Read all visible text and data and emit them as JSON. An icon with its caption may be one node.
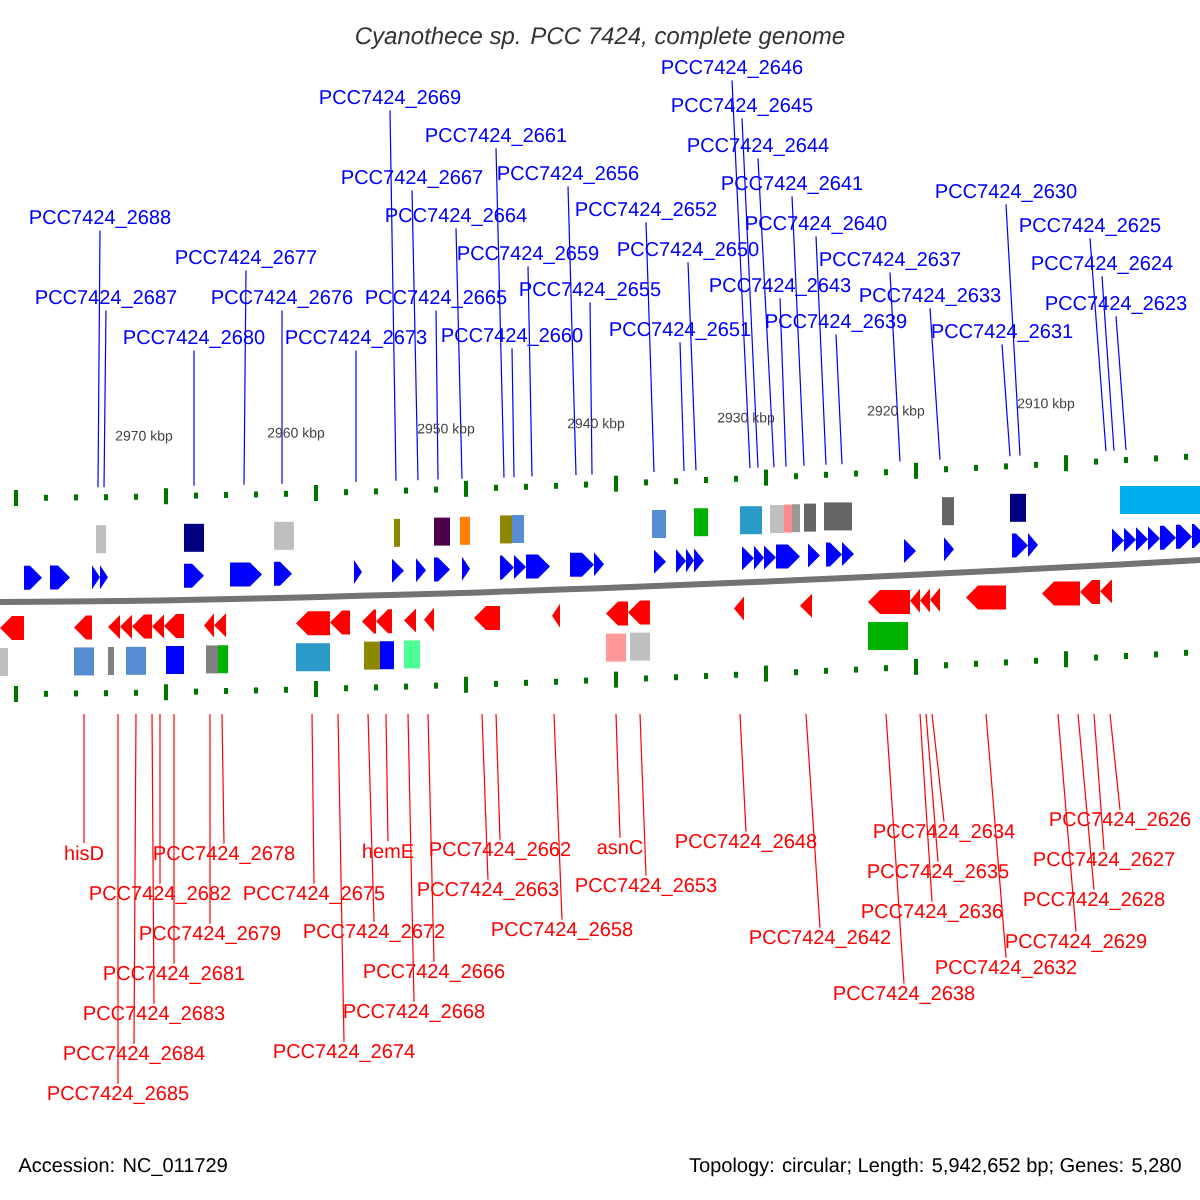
{
  "diagram": {
    "title": "Cyanothece sp. PCC 7424, complete genome",
    "nodes": [
      {
        "text": [
          "PCC7424_2646"
        ]
      },
      {
        "text": [
          "PCC7424_2669"
        ]
      },
      {
        "text": [
          "PCC7424_2645"
        ]
      },
      {
        "text": [
          "PCC7424_2661"
        ]
      },
      {
        "text": [
          "PCC7424_2644"
        ]
      },
      {
        "text": [
          "PCC7424_2656"
        ]
      },
      {
        "text": [
          "PCC7424_2667"
        ]
      },
      {
        "text": [
          "PCC7424_2641"
        ]
      },
      {
        "text": [
          "PCC7424_2630"
        ]
      },
      {
        "text": [
          "PCC7424_2652"
        ]
      },
      {
        "text": [
          "PCC7424_2664"
        ]
      },
      {
        "text": [
          "PCC7424_2688"
        ]
      },
      {
        "text": [
          "PCC7424_2640"
        ]
      },
      {
        "text": [
          "PCC7424_2625"
        ]
      },
      {
        "text": [
          "PCC7424_2650"
        ]
      },
      {
        "text": [
          "PCC7424_2659"
        ]
      },
      {
        "text": [
          "PCC7424_2677"
        ]
      },
      {
        "text": [
          "PCC7424_2637"
        ]
      },
      {
        "text": [
          "PCC7424_2624"
        ]
      },
      {
        "text": [
          "PCC7424_2643"
        ]
      },
      {
        "text": [
          "PCC7424_2655"
        ]
      },
      {
        "text": [
          "PCC7424_2633"
        ]
      },
      {
        "text": [
          "PCC7424_2687"
        ]
      },
      {
        "text": [
          "PCC7424_2676"
        ]
      },
      {
        "text": [
          "PCC7424_2665"
        ]
      },
      {
        "text": [
          "PCC7424_2623"
        ]
      },
      {
        "text": [
          "PCC7424_2639"
        ]
      },
      {
        "text": [
          "PCC7424_2680"
        ]
      },
      {
        "text": [
          "PCC7424_2673"
        ]
      },
      {
        "text": [
          "PCC7424_2660"
        ]
      },
      {
        "text": [
          "PCC7424_2651"
        ]
      },
      {
        "text": [
          "PCC7424_2631"
        ]
      },
      {
        "text": [
          "PCC7424_2626"
        ]
      },
      {
        "text": [
          "PCC7424_2634"
        ]
      },
      {
        "text": [
          "PCC7424_2648"
        ]
      },
      {
        "text": [
          "asnC"
        ]
      },
      {
        "text": [
          "PCC7424_2662"
        ]
      },
      {
        "text": [
          "hemE"
        ]
      },
      {
        "text": [
          "hisD"
        ]
      },
      {
        "text": [
          "PCC7424_2678"
        ]
      },
      {
        "text": [
          "PCC7424_2627"
        ]
      },
      {
        "text": [
          "PCC7424_2635"
        ]
      },
      {
        "text": [
          "PCC7424_2653"
        ]
      },
      {
        "text": [
          "PCC7424_2663"
        ]
      },
      {
        "text": [
          "PCC7424_2682"
        ]
      },
      {
        "text": [
          "PCC7424_2675"
        ]
      },
      {
        "text": [
          "PCC7424_2628"
        ]
      },
      {
        "text": [
          "PCC7424_2636"
        ]
      },
      {
        "text": [
          "PCC7424_2658"
        ]
      },
      {
        "text": [
          "PCC7424_2672"
        ]
      },
      {
        "text": [
          "PCC7424_2679"
        ]
      },
      {
        "text": [
          "PCC7424_2642"
        ]
      },
      {
        "text": [
          "PCC7424_2629"
        ]
      },
      {
        "text": [
          "PCC7424_2632"
        ]
      },
      {
        "text": [
          "PCC7424_2666"
        ]
      },
      {
        "text": [
          "PCC7424_2681"
        ]
      },
      {
        "text": [
          "PCC7424_2638"
        ]
      },
      {
        "text": [
          "PCC7424_2668"
        ]
      },
      {
        "text": [
          "PCC7424_2683"
        ]
      },
      {
        "text": [
          "PCC7424_2674"
        ]
      },
      {
        "text": [
          "PCC7424_2684"
        ]
      },
      {
        "text": [
          "PCC7424_2685"
        ]
      }
    ],
    "edges": [
      {
        "from": 0,
        "to": null,
        "arrow": "none",
        "color": "#0000ff"
      },
      {
        "from": 1,
        "to": null,
        "arrow": "none",
        "color": "#0000ff"
      },
      {
        "from": 2,
        "to": null,
        "arrow": "none",
        "color": "#0000ff"
      },
      {
        "from": 3,
        "to": null,
        "arrow": "none",
        "color": "#0000ff"
      },
      {
        "from": 4,
        "to": null,
        "arrow": "none",
        "color": "#0000ff"
      },
      {
        "from": 5,
        "to": null,
        "arrow": "none",
        "color": "#0000ff"
      },
      {
        "from": 6,
        "to": null,
        "arrow": "none",
        "color": "#0000ff"
      },
      {
        "from": 7,
        "to": null,
        "arrow": "none",
        "color": "#0000ff"
      },
      {
        "from": 8,
        "to": null,
        "arrow": "none",
        "color": "#0000ff"
      },
      {
        "from": 9,
        "to": null,
        "arrow": "none",
        "color": "#0000ff"
      },
      {
        "from": 10,
        "to": null,
        "arrow": "none",
        "color": "#0000ff"
      },
      {
        "from": 11,
        "to": null,
        "arrow": "none",
        "color": "#0000ff"
      },
      {
        "from": 12,
        "to": null,
        "arrow": "none",
        "color": "#0000ff"
      },
      {
        "from": 13,
        "to": null,
        "arrow": "none",
        "color": "#0000ff"
      },
      {
        "from": 14,
        "to": null,
        "arrow": "none",
        "color": "#0000ff"
      },
      {
        "from": 15,
        "to": null,
        "arrow": "none",
        "color": "#0000ff"
      },
      {
        "from": 16,
        "to": null,
        "arrow": "none",
        "color": "#0000ff"
      },
      {
        "from": 17,
        "to": null,
        "arrow": "none",
        "color": "#0000ff"
      },
      {
        "from": 18,
        "to": null,
        "arrow": "none",
        "color": "#0000ff"
      },
      {
        "from": 19,
        "to": null,
        "arrow": "none",
        "color": "#0000ff"
      },
      {
        "from": 20,
        "to": null,
        "arrow": "none",
        "color": "#0000ff"
      },
      {
        "from": 21,
        "to": null,
        "arrow": "none",
        "color": "#0000ff"
      },
      {
        "from": 22,
        "to": null,
        "arrow": "none",
        "color": "#0000ff"
      },
      {
        "from": 23,
        "to": null,
        "arrow": "none",
        "color": "#0000ff"
      },
      {
        "from": 24,
        "to": null,
        "arrow": "none",
        "color": "#0000ff"
      },
      {
        "from": 25,
        "to": null,
        "arrow": "none",
        "color": "#0000ff"
      },
      {
        "from": 26,
        "to": null,
        "arrow": "none",
        "color": "#0000ff"
      },
      {
        "from": 27,
        "to": null,
        "arrow": "none",
        "color": "#0000ff"
      },
      {
        "from": 28,
        "to": null,
        "arrow": "none",
        "color": "#0000ff"
      },
      {
        "from": 29,
        "to": null,
        "arrow": "none",
        "color": "#0000ff"
      },
      {
        "from": 30,
        "to": null,
        "arrow": "none",
        "color": "#0000ff"
      },
      {
        "from": 31,
        "to": null,
        "arrow": "none",
        "color": "#0000ff"
      },
      {
        "from": 32,
        "to": null,
        "arrow": "none",
        "color": "#ff0000"
      },
      {
        "from": 33,
        "to": null,
        "arrow": "none",
        "color": "#ff0000"
      },
      {
        "from": 34,
        "to": null,
        "arrow": "none",
        "color": "#ff0000"
      },
      {
        "from": 35,
        "to": null,
        "arrow": "none",
        "color": "#ff0000"
      },
      {
        "from": 36,
        "to": null,
        "arrow": "none",
        "color": "#ff0000"
      },
      {
        "from": 37,
        "to": null,
        "arrow": "none",
        "color": "#ff0000"
      },
      {
        "from": 38,
        "to": null,
        "arrow": "none",
        "color": "#ff0000"
      },
      {
        "from": 39,
        "to": null,
        "arrow": "none",
        "color": "#ff0000"
      },
      {
        "from": 40,
        "to": null,
        "arrow": "none",
        "color": "#ff0000"
      },
      {
        "from": 41,
        "to": null,
        "arrow": "none",
        "color": "#ff0000"
      },
      {
        "from": 42,
        "to": null,
        "arrow": "none",
        "color": "#ff0000"
      },
      {
        "from": 43,
        "to": null,
        "arrow": "none",
        "color": "#ff0000"
      },
      {
        "from": 44,
        "to": null,
        "arrow": "none",
        "color": "#ff0000"
      },
      {
        "from": 45,
        "to": null,
        "arrow": "none",
        "color": "#ff0000"
      },
      {
        "from": 46,
        "to": null,
        "arrow": "none",
        "color": "#ff0000"
      },
      {
        "from": 47,
        "to": null,
        "arrow": "none",
        "color": "#ff0000"
      },
      {
        "from": 48,
        "to": null,
        "arrow": "none",
        "color": "#ff0000"
      },
      {
        "from": 49,
        "to": null,
        "arrow": "none",
        "color": "#ff0000"
      },
      {
        "from": 50,
        "to": null,
        "arrow": "none",
        "color": "#ff0000"
      },
      {
        "from": 51,
        "to": null,
        "arrow": "none",
        "color": "#ff0000"
      },
      {
        "from": 52,
        "to": null,
        "arrow": "none",
        "color": "#ff0000"
      },
      {
        "from": 53,
        "to": null,
        "arrow": "none",
        "color": "#ff0000"
      },
      {
        "from": 54,
        "to": null,
        "arrow": "none",
        "color": "#ff0000"
      },
      {
        "from": 55,
        "to": null,
        "arrow": "none",
        "color": "#ff0000"
      },
      {
        "from": 56,
        "to": null,
        "arrow": "none",
        "color": "#ff0000"
      },
      {
        "from": 57,
        "to": null,
        "arrow": "none",
        "color": "#ff0000"
      },
      {
        "from": 58,
        "to": null,
        "arrow": "none",
        "color": "#ff0000"
      },
      {
        "from": 59,
        "to": null,
        "arrow": "none",
        "color": "#ff0000"
      },
      {
        "from": 60,
        "to": null,
        "arrow": "none",
        "color": "#ff0000"
      },
      {
        "from": 61,
        "to": null,
        "arrow": "none",
        "color": "#ff0000"
      }
    ],
    "labels": [
      "2970 kbp",
      "2960 kbp",
      "2950 kbp",
      "2940 kbp",
      "2930 kbp",
      "2920 kbp",
      "2910 kbp",
      "Accession: NC_011729",
      "Topology: circular; Length: 5,942,652 bp; Genes: 5,280"
    ]
  }
}
